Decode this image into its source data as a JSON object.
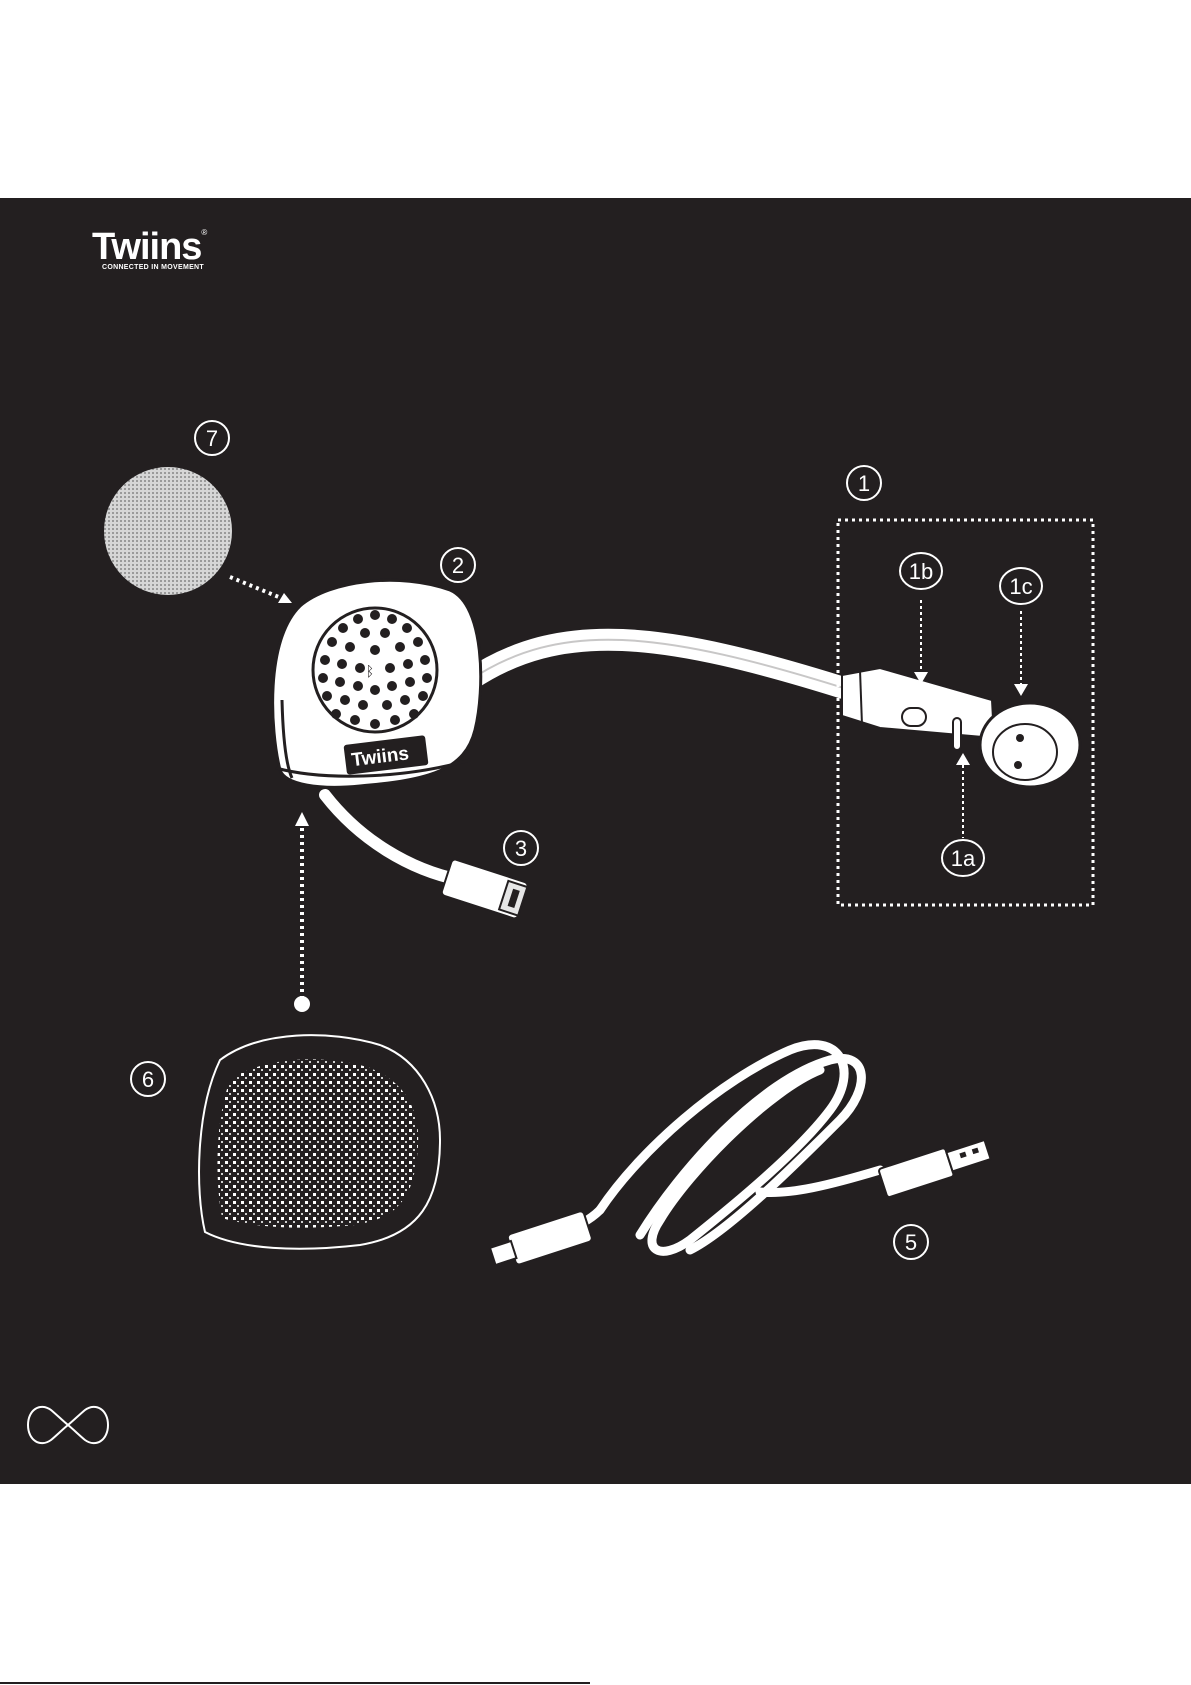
{
  "brand": {
    "name": "Twiins",
    "tagline": "CONNECTED IN MOVEMENT",
    "product_badge": "Twiins"
  },
  "callouts": {
    "c1": "1",
    "c1a": "1a",
    "c1b": "1b",
    "c1c": "1c",
    "c2": "2",
    "c3": "3",
    "c5": "5",
    "c6": "6",
    "c7": "7"
  },
  "colors": {
    "background": "#231f20",
    "foreground": "#ffffff",
    "page": "#ffffff"
  },
  "icons": {
    "footer_mark": "infinity-loop-icon",
    "bluetooth": "bluetooth-icon"
  }
}
